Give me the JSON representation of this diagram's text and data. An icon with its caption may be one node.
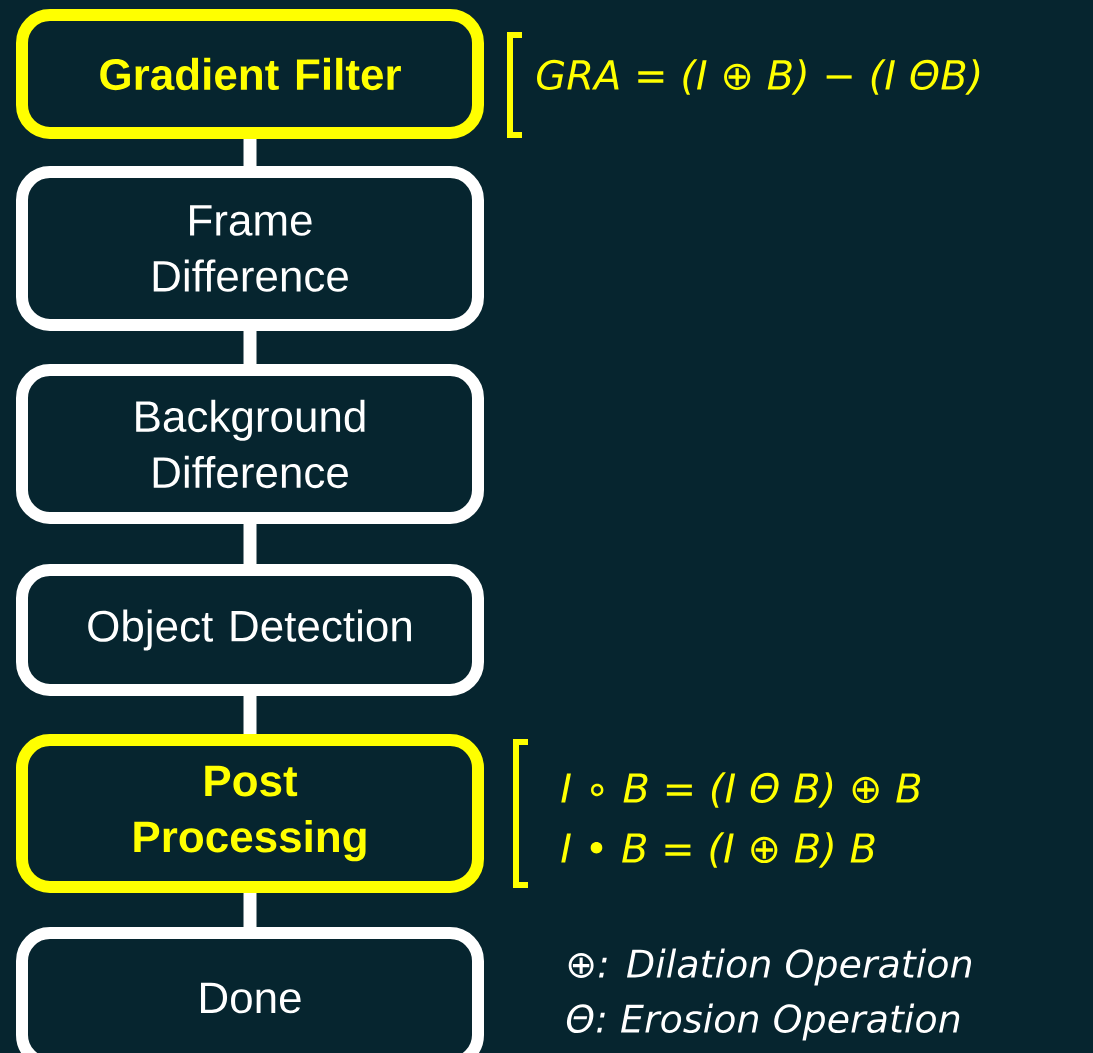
{
  "diagram": {
    "nodes": [
      {
        "text": [
          "Gradient Filter"
        ],
        "beside": [
          "GRA = (I ⊕ B) − (I ΘB)"
        ]
      },
      {
        "text": [
          "Frame Difference"
        ]
      },
      {
        "text": [
          "Background Difference"
        ]
      },
      {
        "text": [
          "Object Detection"
        ]
      },
      {
        "text": [
          "Post Processing"
        ],
        "beside": [
          "I ∘ B = (I Θ B) ⊕ B",
          "I • B = (I ⊕ B) B"
        ]
      },
      {
        "text": [
          "Done"
        ]
      }
    ],
    "edges": [
      {
        "from": 0,
        "to": 1,
        "arrow": "none"
      },
      {
        "from": 1,
        "to": 2,
        "arrow": "none"
      },
      {
        "from": 2,
        "to": 3,
        "arrow": "none"
      },
      {
        "from": 3,
        "to": 4,
        "arrow": "none"
      },
      {
        "from": 4,
        "to": 5,
        "arrow": "none"
      }
    ],
    "labels": [
      "⊕: Dilation Operation",
      "Θ: Erosion Operation"
    ]
  }
}
